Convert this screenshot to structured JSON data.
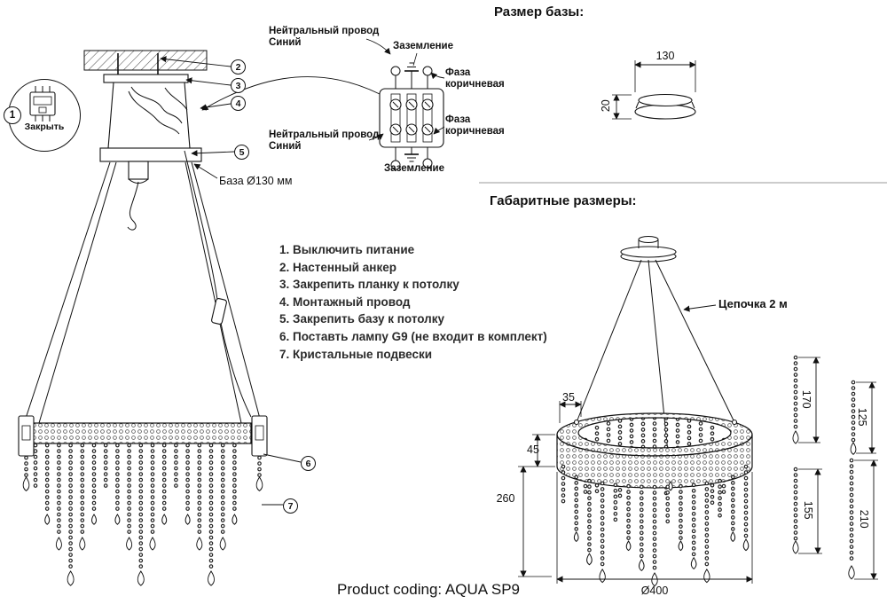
{
  "titles": {
    "base_size": "Размер базы:",
    "overall_size": "Габаритные размеры:",
    "product": "Product coding: AQUA SP9"
  },
  "callouts": {
    "c1": "1",
    "c2": "2",
    "c3": "3",
    "c4": "4",
    "c5": "5",
    "c6": "6",
    "c7": "7"
  },
  "switch_label": "Закрыть",
  "base_label": "База Ø130 мм",
  "chain_label": "Цепочка 2 м",
  "wiring": {
    "neutral_top": "Нейтральный провод\nСиний",
    "ground_top": "Заземление",
    "phase_top": "Фаза\nкоричневая",
    "neutral_bottom": "Нейтральный провод\nСиний",
    "phase_bottom": "Фаза\nкоричневая",
    "ground_bottom": "Заземление"
  },
  "instructions": [
    "1. Выключить питание",
    "2. Настенный анкер",
    "3. Закрепить планку к потолку",
    "4. Монтажный провод",
    "5. Закрепить базу к потолку",
    "6. Поставть лампу G9 (не входит в комплект)",
    "7. Кристальные подвески"
  ],
  "dimensions": {
    "base_width": "130",
    "base_height": "20",
    "ring_width": "35",
    "ring_height": "45",
    "strand_drop": "260",
    "diameter": "Ø400",
    "strand_a": "170",
    "strand_b": "125",
    "strand_c": "155",
    "strand_d": "210"
  }
}
